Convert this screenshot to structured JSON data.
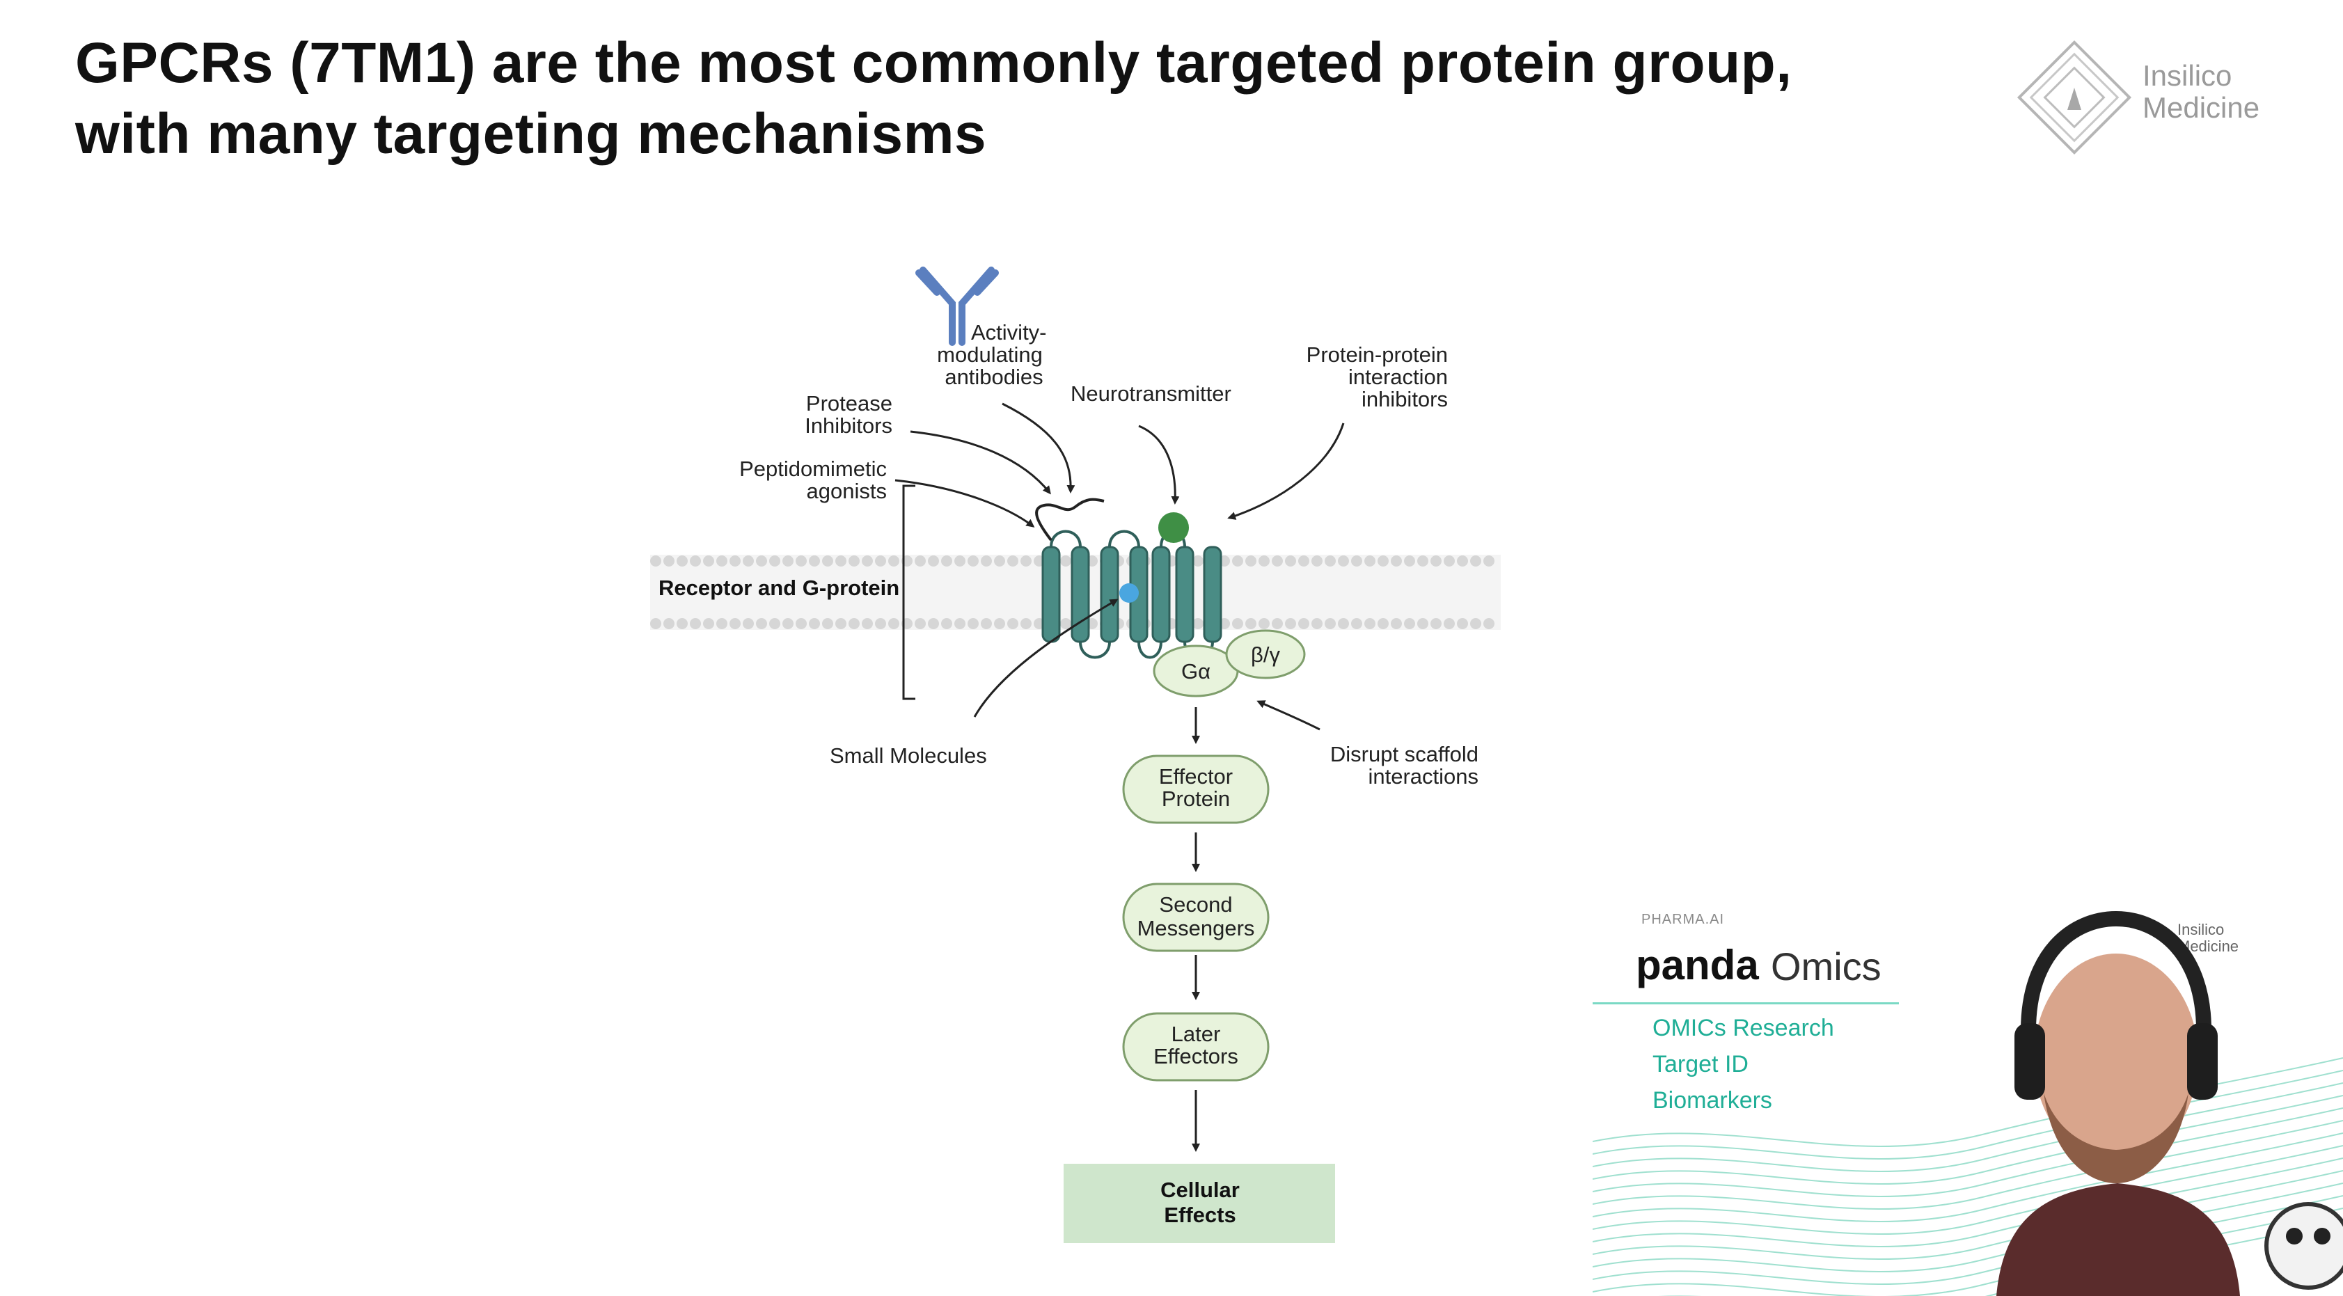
{
  "slide": {
    "title_line1": "GPCRs (7TM1) are the most commonly targeted protein group,",
    "title_line2": "with many targeting mechanisms",
    "logo_line1": "Insilico",
    "logo_line2": "Medicine"
  },
  "diagram": {
    "labels": {
      "activity_1": "Activity-",
      "activity_2": "modulating",
      "activity_3": "antibodies",
      "protease_1": "Protease",
      "protease_2": "Inhibitors",
      "peptido_1": "Peptidomimetic",
      "peptido_2": "agonists",
      "neurotransmitter": "Neurotransmitter",
      "ppi_1": "Protein-protein",
      "ppi_2": "interaction",
      "ppi_3": "inhibitors",
      "receptor": "Receptor and G-protein",
      "small_molecules": "Small Molecules",
      "disrupt_1": "Disrupt scaffold",
      "disrupt_2": "interactions",
      "g_alpha": "Gα",
      "beta_gamma": "β/γ"
    },
    "cascade": {
      "effector_1": "Effector",
      "effector_2": "Protein",
      "second_1": "Second",
      "second_2": "Messengers",
      "later_1": "Later",
      "later_2": "Effectors",
      "cellular_1": "Cellular",
      "cellular_2": "Effects"
    },
    "colors": {
      "helix": "#4a8c85",
      "node_fill": "#e8f3dc",
      "node_stroke": "#7f9e6c",
      "cellular_fill": "#cfe6cc",
      "antibody": "#5b7fbf",
      "ligand": "#3f8f45",
      "small_molecule": "#4aa6e0"
    }
  },
  "overlay": {
    "small_label": "PHARMA.AI",
    "product_1": "panda",
    "product_2": "Omics",
    "items": [
      "OMICs Research",
      "Target ID",
      "Biomarkers"
    ],
    "brand_1": "Insilico",
    "brand_2": "Medicine"
  }
}
